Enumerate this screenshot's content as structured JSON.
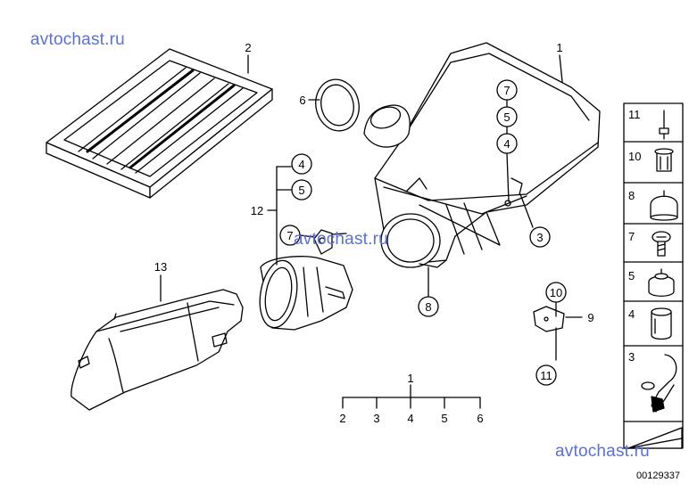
{
  "watermarks": [
    "avtochast.ru",
    "avtochast.ru",
    "avtochast.ru"
  ],
  "catalog_code": "00129337",
  "callouts": {
    "c1": "1",
    "c2": "2",
    "c3": "3",
    "c6": "6",
    "c8": "8",
    "c7a": "7",
    "c5a": "5",
    "c4a": "4",
    "c4b": "4",
    "c5b": "5",
    "c12": "12",
    "c7b": "7",
    "c13": "13",
    "c10": "10",
    "c9": "9",
    "c11": "11"
  },
  "tree": {
    "root": "1",
    "children": [
      "2",
      "3",
      "4",
      "5",
      "6"
    ]
  },
  "legend": [
    "11",
    "10",
    "8",
    "7",
    "5",
    "4",
    "3"
  ]
}
